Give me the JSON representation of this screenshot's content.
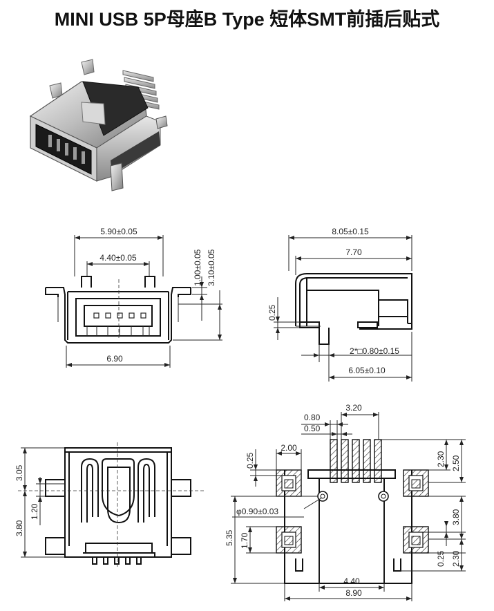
{
  "title": "MINI USB 5P母座B Type 短体SMT前插后贴式",
  "front_view": {
    "w_590": "5.90±0.05",
    "w_440": "4.40±0.05",
    "w_690": "6.90",
    "h_100": "1.00±0.05",
    "h_310": "3.10±0.05"
  },
  "side_view": {
    "w_805": "8.05±0.15",
    "w_770": "7.70",
    "h_025": "0.25",
    "pin": "2*□0.80±0.15",
    "w_605": "6.05±0.10"
  },
  "bottom_view": {
    "h_305": "3.05",
    "h_120": "1.20",
    "h_380": "3.80"
  },
  "footprint": {
    "w_320": "3.20",
    "w_080": "0.80",
    "w_050": "0.50",
    "w_200": "2.00",
    "h_025_top": "0.25",
    "h_230_top": "2.30",
    "h_250": "2.50",
    "h_380": "3.80",
    "hole": "φ0.90±0.03",
    "h_535": "5.35",
    "h_170": "1.70",
    "h_025_bot": "0.25",
    "h_230_bot": "2.30",
    "w_440": "4.40",
    "w_890": "8.90"
  }
}
